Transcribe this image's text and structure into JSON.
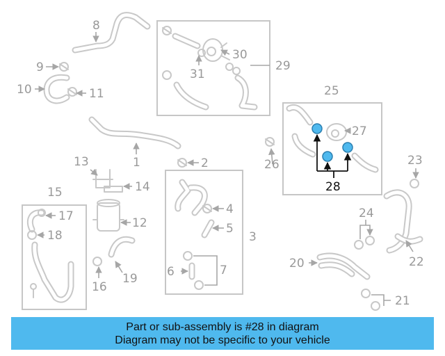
{
  "labels": {
    "l1": "1",
    "l2": "2",
    "l3": "3",
    "l4": "4",
    "l5": "5",
    "l6": "6",
    "l7": "7",
    "l8": "8",
    "l9": "9",
    "l10": "10",
    "l11": "11",
    "l12": "12",
    "l13": "13",
    "l14": "14",
    "l15": "15",
    "l16": "16",
    "l17": "17",
    "l18": "18",
    "l19": "19",
    "l20": "20",
    "l21": "21",
    "l22": "22",
    "l23": "23",
    "l24": "24",
    "l25": "25",
    "l26": "26",
    "l27": "27",
    "l28": "28",
    "l29": "29",
    "l30": "30",
    "l31": "31"
  },
  "highlight": {
    "part_number": "28",
    "color": "#4fb9ee"
  },
  "banner": {
    "line1": "Part or sub-assembly is #28 in diagram",
    "line2": "Diagram may not be specific to your vehicle"
  }
}
